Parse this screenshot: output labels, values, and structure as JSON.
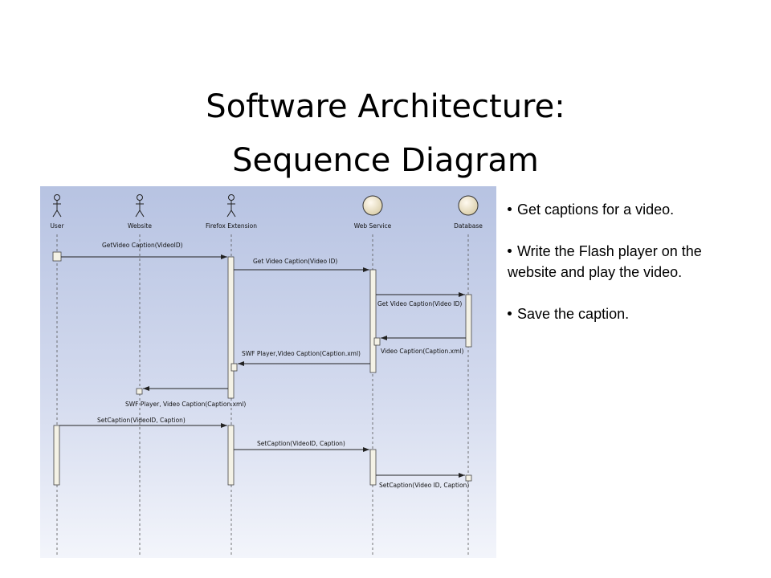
{
  "slide": {
    "title_line1": "Software Architecture:",
    "title_line2": "Sequence Diagram"
  },
  "diagram": {
    "lifelines": [
      {
        "label": "User",
        "kind": "actor"
      },
      {
        "label": "Website",
        "kind": "actor"
      },
      {
        "label": "Firefox Extension",
        "kind": "actor"
      },
      {
        "label": "Web Service",
        "kind": "entity"
      },
      {
        "label": "Database",
        "kind": "entity"
      }
    ],
    "messages": [
      {
        "label": "GetVideo Caption(VideoID)"
      },
      {
        "label": "Get Video Caption(Video ID)"
      },
      {
        "label": "Get Video Caption(Video ID)"
      },
      {
        "label": "Video Caption(Caption.xml)"
      },
      {
        "label": "SWF Player,Video Caption(Caption.xml)"
      },
      {
        "label": "SWF Player, Video Caption(Caption.xml)"
      },
      {
        "label": "SetCaption(VideoID, Caption)"
      },
      {
        "label": "SetCaption(VideoID, Caption)"
      },
      {
        "label": "SetCaption(Video ID, Caption)"
      }
    ],
    "colors": {
      "background_top": "#c9d2e8",
      "background_bottom": "#eef1f8",
      "activation_fill": "#f4f2e6",
      "entity_fill": "#f1ead2"
    }
  },
  "bullets": [
    "Get captions for a video.",
    "Write the Flash player on the website and play the video.",
    "Save the caption."
  ]
}
